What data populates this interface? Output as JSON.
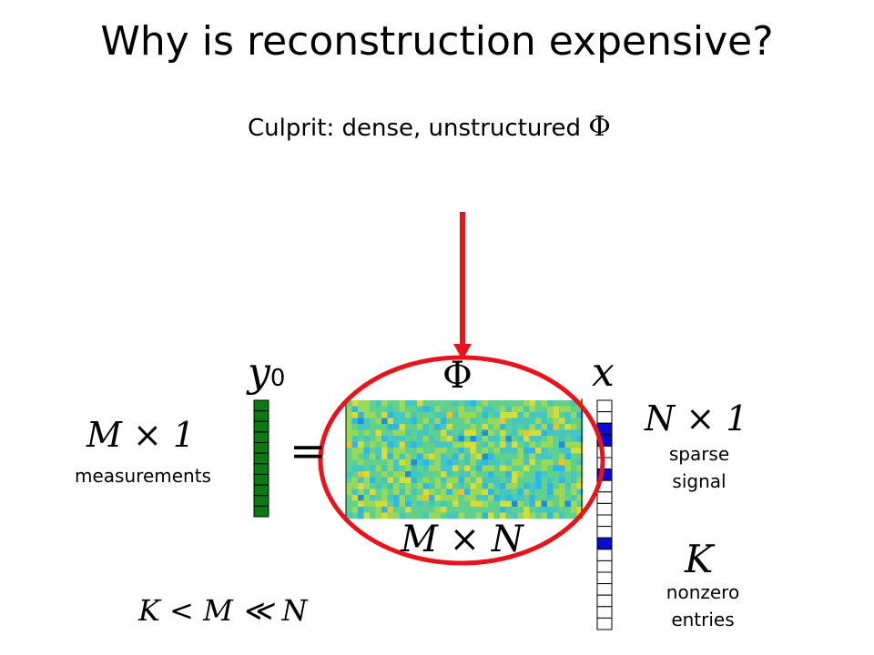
{
  "slide": {
    "title": "Why is reconstruction expensive?",
    "culprit_text": "Culprit: dense, unstructured ",
    "culprit_symbol": "Φ"
  },
  "equation": {
    "y_label": "y",
    "y_subscript": "0",
    "equals": "=",
    "phi_label": "Φ",
    "x_label": "x",
    "matrix_dims": "M × N",
    "measurement_dims": "M × 1",
    "measurement_caption": "measurements",
    "signal_dims": "N × 1",
    "signal_caption_line1": "sparse",
    "signal_caption_line2": "signal",
    "k_label": "K",
    "k_caption_line1": "nonzero",
    "k_caption_line2": "entries",
    "inequality": "K < M ≪ N"
  },
  "colors": {
    "highlight": "#e8141c",
    "measurement_fill": "#0a7a14",
    "nonzero_fill": "#0a0ad2",
    "matrix_palette": [
      "#1f8fd8",
      "#2fb5e6",
      "#46c6c0",
      "#5fd08e",
      "#9ad85a",
      "#d6dc3a",
      "#f0c22a"
    ]
  },
  "vectors": {
    "measurement_count": 11,
    "signal_count": 20,
    "nonzero_indices": [
      2,
      3,
      6,
      12
    ]
  },
  "matrix": {
    "rows": 20,
    "cols": 40
  }
}
